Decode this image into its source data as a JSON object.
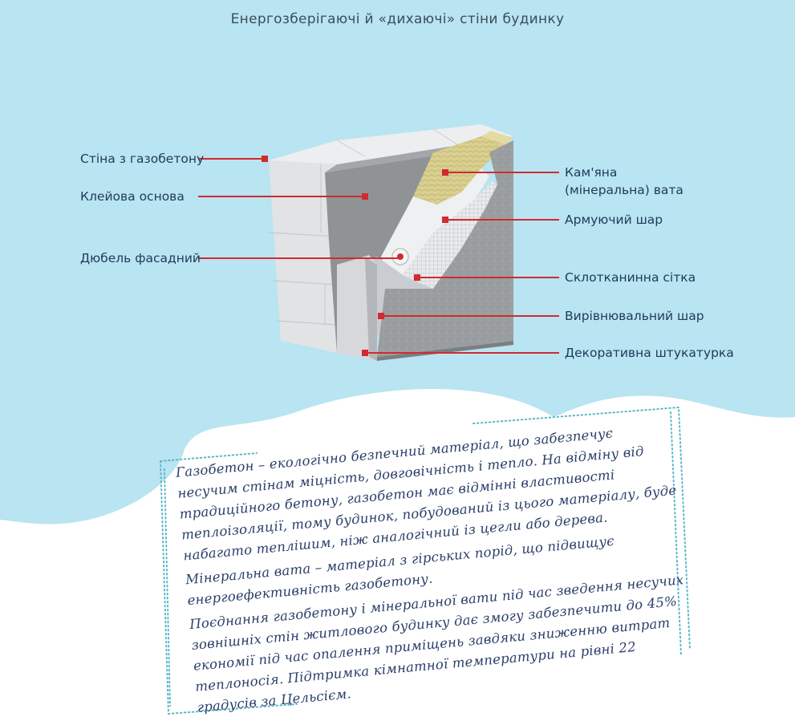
{
  "title": "Енергозберігаючі й «дихаючі» стіни будинку",
  "labels": {
    "wall": "Стіна з газобетону",
    "adhesive": "Клейова основа",
    "dowel": "Дюбель фасадний",
    "wool_line1": "Кам'яна",
    "wool_line2": "(мінеральна) вата",
    "reinforcing": "Армуючий шар",
    "mesh": "Склотканинна сітка",
    "leveling": "Вирівнювальний шар",
    "plaster": "Декоративна штукатурка"
  },
  "note": {
    "p1": "Газобетон – екологічно безпечний матеріал, що забезпечує несучим стінам міцність, довговічність і тепло. На відміну від традиційного бетону, газобетон має відмінні властивості теплоізоляції, тому будинок, побудований із цього матеріалу, буде набагато теплішим, ніж аналогічний із цегли або дерева.",
    "p2": "Мінеральна вата – матеріал з гірських порід, що підвищує енергоефективність газобетону.",
    "p3": "Поєднання газобетону і мінеральної вати під час зведення несучих зовнішніх стін житлового будинку дає змогу забезпечити до 45% економії під час опалення приміщень завдяки зниженню витрат теплоносія. Підтримка кімнатної температури на рівні 22 градусів за Цельсієм."
  },
  "colors": {
    "sky": "#b9e4f1",
    "pointer": "#d22a2f",
    "label_text": "#1f3a5a",
    "note_frame": "#5bb7c9"
  },
  "icons": [
    "wall-diagram",
    "pointer-marker",
    "dowel-icon"
  ]
}
